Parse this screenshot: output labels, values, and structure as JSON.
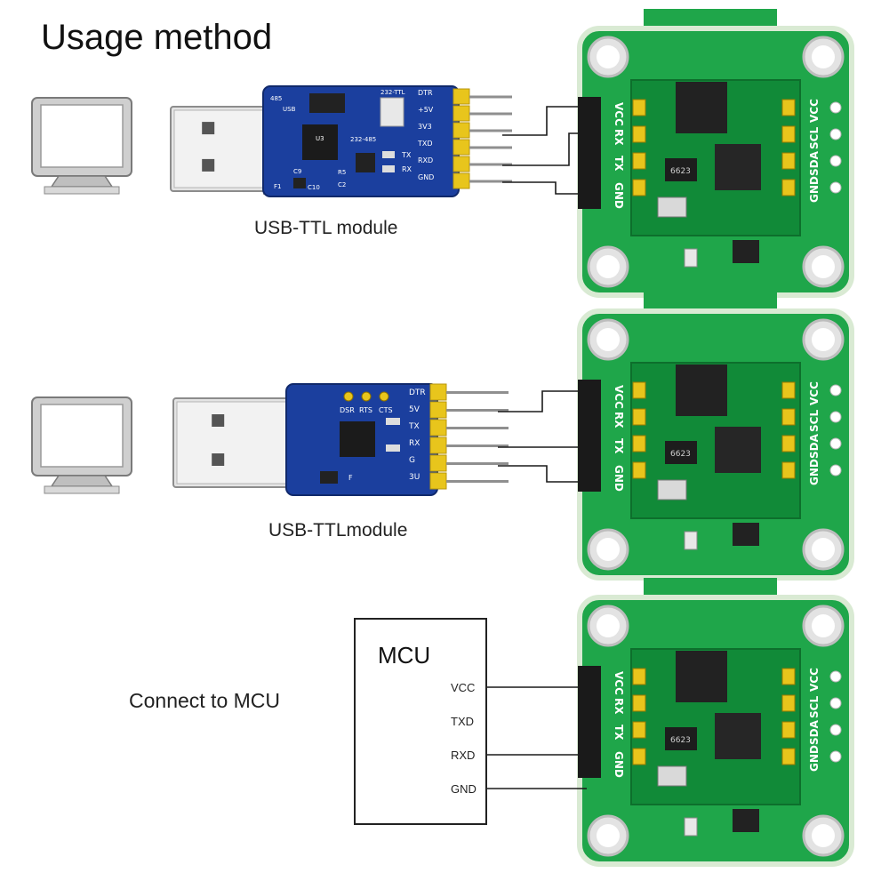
{
  "title": "Usage method",
  "sections": [
    {
      "caption": "USB-TTL module"
    },
    {
      "caption": "USB-TTLmodule"
    },
    {
      "caption": "Connect to MCU"
    }
  ],
  "mcu": {
    "label": "MCU",
    "pins": [
      "VCC",
      "TXD",
      "RXD",
      "GND"
    ]
  },
  "usb_ttl_module_1": {
    "labels": [
      "485",
      "USB",
      "232-TTL",
      "U3",
      "232-485",
      "C9",
      "R5",
      "C2",
      "F1",
      "C10"
    ],
    "pins": [
      "DTR",
      "+5V",
      "3V3",
      "TXD",
      "RXD",
      "GND"
    ],
    "leds": [
      "TX",
      "RX"
    ]
  },
  "usb_ttl_module_2": {
    "header": [
      "DSR",
      "RTS",
      "CTS"
    ],
    "pins": [
      "DTR",
      "5V",
      "TX",
      "RX",
      "G",
      "3U"
    ],
    "labels": [
      "F"
    ]
  },
  "sensor_board": {
    "left_pins": [
      "VCC",
      "RX",
      "TX",
      "GND"
    ],
    "right_pins": [
      "GND",
      "SDA",
      "SCL",
      "VCC"
    ],
    "chip_label": "6623"
  },
  "colors": {
    "pcb_green": "#1fa64a",
    "pcb_dark_green": "#118a38",
    "usb_blue": "#1b3f9e",
    "pin_gold": "#e8c51c",
    "monitor_gray": "#cfcfcf"
  }
}
